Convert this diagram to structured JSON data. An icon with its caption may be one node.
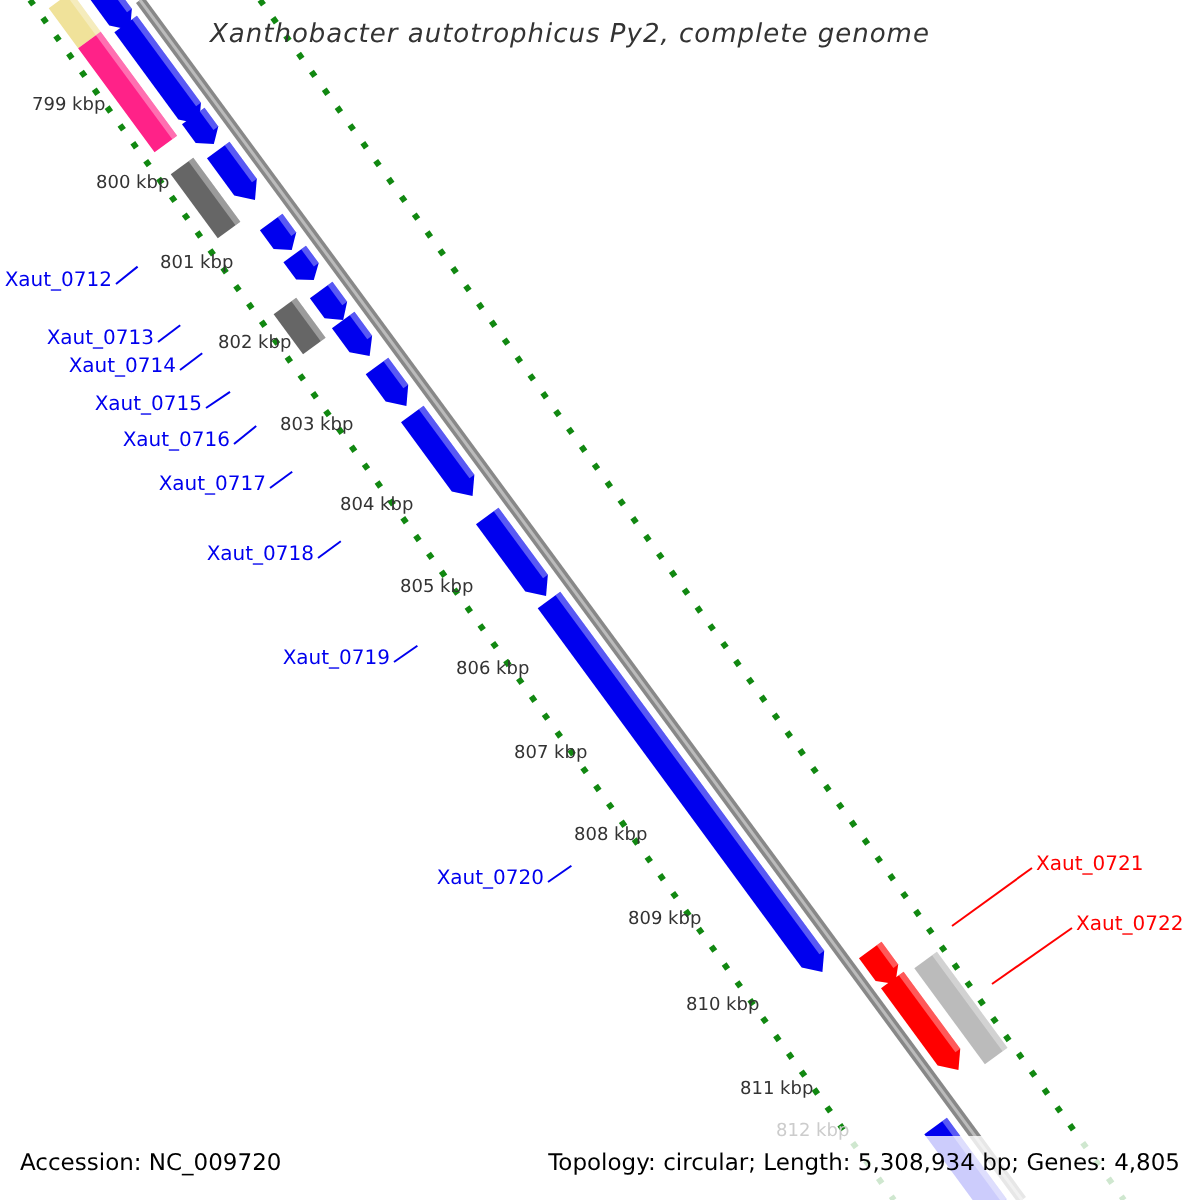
{
  "diagram": {
    "title": "Xanthobacter autotrophicus Py2, complete genome",
    "nodes": [
      {
        "text": [
          "Xaut_0712"
        ]
      },
      {
        "text": [
          "Xaut_0713"
        ]
      },
      {
        "text": [
          "Xaut_0714"
        ]
      },
      {
        "text": [
          "Xaut_0715"
        ]
      },
      {
        "text": [
          "Xaut_0716"
        ]
      },
      {
        "text": [
          "Xaut_0717"
        ]
      },
      {
        "text": [
          "Xaut_0718"
        ]
      },
      {
        "text": [
          "Xaut_0719"
        ]
      },
      {
        "text": [
          "Xaut_0720"
        ]
      },
      {
        "text": [
          "Xaut_0721"
        ]
      },
      {
        "text": [
          "Xaut_0722"
        ]
      }
    ],
    "edges": [
      {
        "from": 0,
        "to": null,
        "arrow": "none"
      },
      {
        "from": 1,
        "to": null,
        "arrow": "none"
      },
      {
        "from": 2,
        "to": null,
        "arrow": "none"
      },
      {
        "from": 3,
        "to": null,
        "arrow": "none"
      },
      {
        "from": 4,
        "to": null,
        "arrow": "none"
      },
      {
        "from": 5,
        "to": null,
        "arrow": "none"
      },
      {
        "from": 6,
        "to": null,
        "arrow": "none"
      },
      {
        "from": 7,
        "to": null,
        "arrow": "none"
      },
      {
        "from": 8,
        "to": null,
        "arrow": "none"
      },
      {
        "from": 9,
        "to": null,
        "arrow": "none",
        "color": "#ff0000"
      },
      {
        "from": 10,
        "to": null,
        "arrow": "none",
        "color": "#ff0000"
      }
    ],
    "labels": [
      "799 kbp",
      "800 kbp",
      "801 kbp",
      "802 kbp",
      "803 kbp",
      "804 kbp",
      "805 kbp",
      "806 kbp",
      "807 kbp",
      "808 kbp",
      "809 kbp",
      "810 kbp",
      "811 kbp",
      "812 kbp",
      "Accession: NC_009720",
      "Topology: circular; Length: 5,308,934 bp; Genes: 4,805"
    ]
  }
}
